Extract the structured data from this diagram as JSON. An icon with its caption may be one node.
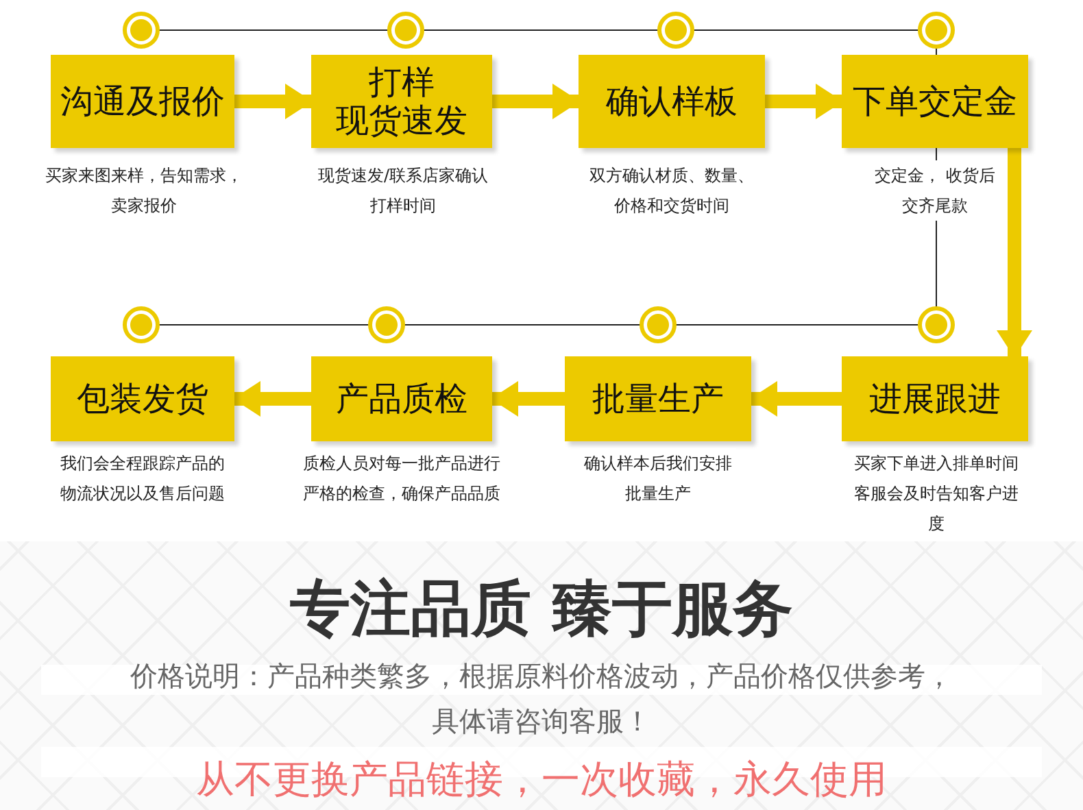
{
  "diagram": {
    "title": "专注品质 臻于服务",
    "nodes": [
      {
        "text": [
          "沟通及报价"
        ],
        "beside": [
          "买家来图来样，告知需求，卖家报价"
        ]
      },
      {
        "text": [
          "打样",
          "现货速发"
        ],
        "beside": [
          "现货速发/联系店家确认打样时间"
        ]
      },
      {
        "text": [
          "确认样板"
        ],
        "beside": [
          "双方确认材质、数量、价格和交货时间"
        ]
      },
      {
        "text": [
          "下单交定金"
        ],
        "beside": [
          "交定金， 收货后交齐尾款"
        ]
      },
      {
        "text": [
          "进展跟进"
        ],
        "beside": [
          "买家下单进入排单时间客服会及时告知客户进度"
        ]
      },
      {
        "text": [
          "批量生产"
        ],
        "beside": [
          "确认样本后我们安排批量生产"
        ]
      },
      {
        "text": [
          "产品质检"
        ],
        "beside": [
          "质检人员对每一批产品进行严格的检查，确保产品品质"
        ]
      },
      {
        "text": [
          "包装发货"
        ],
        "beside": [
          "我们会全程跟踪产品的物流状况以及售后问题"
        ]
      }
    ],
    "edges": [
      {
        "from": 0,
        "to": 1,
        "arrow": "to"
      },
      {
        "from": 1,
        "to": 2,
        "arrow": "to"
      },
      {
        "from": 2,
        "to": 3,
        "arrow": "to"
      },
      {
        "from": 3,
        "to": 4,
        "arrow": "to"
      },
      {
        "from": 4,
        "to": 5,
        "arrow": "to"
      },
      {
        "from": 5,
        "to": 6,
        "arrow": "to"
      },
      {
        "from": 6,
        "to": 7,
        "arrow": "to"
      }
    ],
    "labels": [
      "价格说明：产品种类繁多，根据原料价格波动，产品价格仅供参考，具体请咨询客服！",
      "从不更换产品链接，一次收藏，永久使用"
    ]
  }
}
